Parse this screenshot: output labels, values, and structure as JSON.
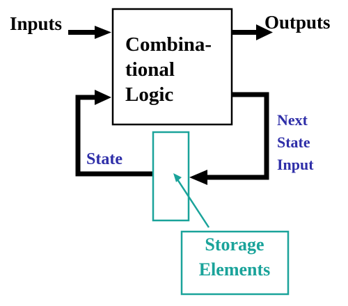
{
  "labels": {
    "inputs": "Inputs",
    "outputs": "Outputs",
    "logic_lines": [
      "Combina-",
      "tional",
      "Logic"
    ],
    "next_state_lines": [
      "Next",
      "State",
      "Input"
    ],
    "state": "State",
    "storage_lines": [
      "Storage",
      "Elements"
    ]
  },
  "colors": {
    "lines": "#000000",
    "state_text": "#2e2ea8",
    "storage": "#1aa39a"
  }
}
